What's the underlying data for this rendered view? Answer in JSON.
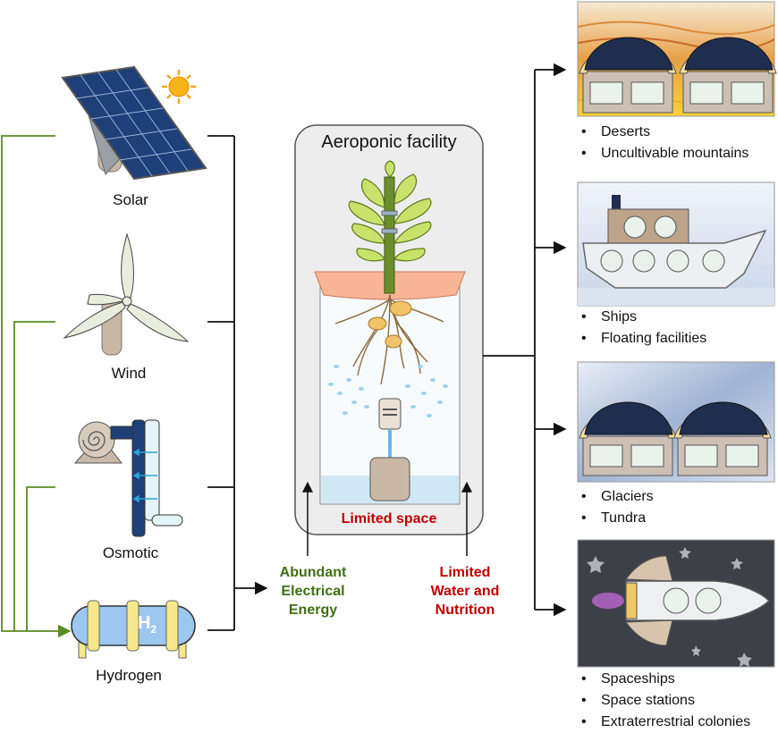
{
  "sources": [
    {
      "label": "Solar",
      "icon": "solar-panel-icon"
    },
    {
      "label": "Wind",
      "icon": "wind-turbine-icon"
    },
    {
      "label": "Osmotic",
      "icon": "osmotic-unit-icon"
    },
    {
      "label": "Hydrogen",
      "icon": "hydrogen-tank-icon"
    }
  ],
  "hydrogen_symbol": {
    "main": "H",
    "sub": "2"
  },
  "facility": {
    "title": "Aeroponic facility",
    "constraint": "Limited space"
  },
  "inputs": {
    "energy": [
      "Abundant",
      "Electrical",
      "Energy"
    ],
    "water": [
      "Limited",
      "Water and",
      "Nutrition"
    ]
  },
  "destinations": [
    {
      "icon": "desert-greenhouse-icon",
      "items": [
        "Deserts",
        "Uncultivable mountains"
      ]
    },
    {
      "icon": "ship-icon",
      "items": [
        "Ships",
        "Floating facilities"
      ]
    },
    {
      "icon": "glacier-greenhouse-icon",
      "items": [
        "Glaciers",
        "Tundra"
      ]
    },
    {
      "icon": "spaceship-icon",
      "items": [
        "Spaceships",
        "Space stations",
        "Extraterrestrial colonies"
      ]
    }
  ],
  "colors": {
    "green": "#5b8c1e",
    "red": "#c00000",
    "line": "#111111",
    "facility_bg": "#ededed",
    "water": "#d6ecf5",
    "leaf": "#c9e26b"
  }
}
